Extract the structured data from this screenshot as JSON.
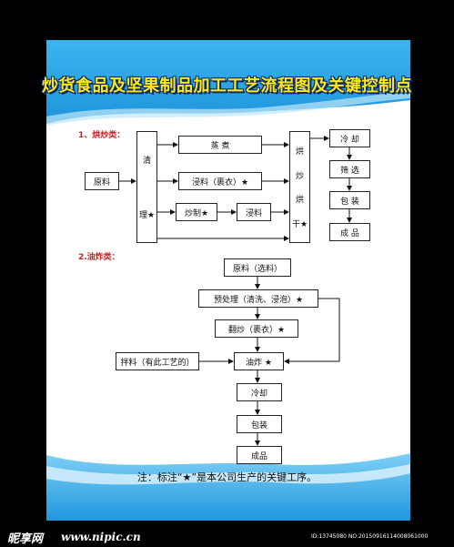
{
  "title": "炒货食品及坚果制品加工工艺流程图及关键控制点",
  "section1": {
    "label": "1、烘炒类：",
    "raw": "原料",
    "clean_top": "清",
    "clean_bottom": "理★",
    "steam": "蒸 煮",
    "soak_coat": "浸料（裹衣）★",
    "stirfry": "炒制★",
    "soak": "浸料",
    "roast_1": "烘",
    "roast_2": "炒",
    "roast_3": "烘",
    "roast_4": "干★",
    "cool": "冷 却",
    "sieve": "筛 选",
    "pack": "包 装",
    "product": "成 品"
  },
  "section2": {
    "label": "2.油炸类：",
    "raw": "原料（选料）",
    "pretreat": "预处理（清洗、浸泡）★",
    "stirfry_coat": "翻炒（裹衣）★",
    "mix": "拌料（有此工艺的）",
    "fry": "油炸 ★",
    "cool": "冷却",
    "pack": "包装",
    "product": "成品"
  },
  "note": "注：标注“★”是本公司生产的关键工序。",
  "footer": {
    "logo": "昵享网",
    "url": "www.nipic.cn",
    "image_id": "ID:13745080 NO:20150916114008061000"
  },
  "colors": {
    "title_fill": "#ffe81a",
    "title_outline": "#0b2a66",
    "wave_blue": "#2aa3e6",
    "label_red": "#d42020"
  }
}
